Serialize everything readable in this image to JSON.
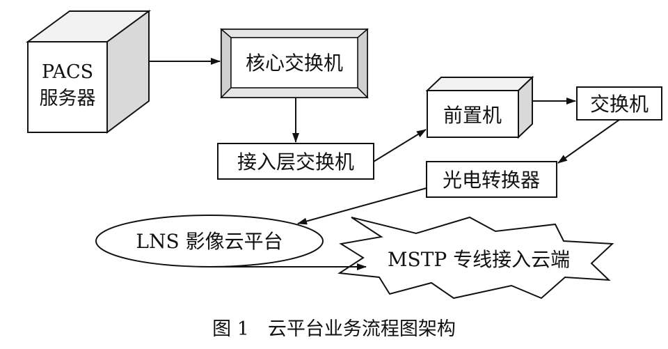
{
  "nodes": {
    "pacs_server": {
      "line1": "PACS",
      "line2": "服务器"
    },
    "core_switch": {
      "label": "核心交换机"
    },
    "access_switch": {
      "label": "接入层交换机"
    },
    "front_end": {
      "label": "前置机"
    },
    "switch": {
      "label": "交换机"
    },
    "media_converter": {
      "label": "光电转换器"
    },
    "lns_cloud": {
      "label": "LNS 影像云平台"
    },
    "mstp_access": {
      "label": "MSTP 专线接入云端"
    }
  },
  "caption": "图 1　云平台业务流程图架构"
}
